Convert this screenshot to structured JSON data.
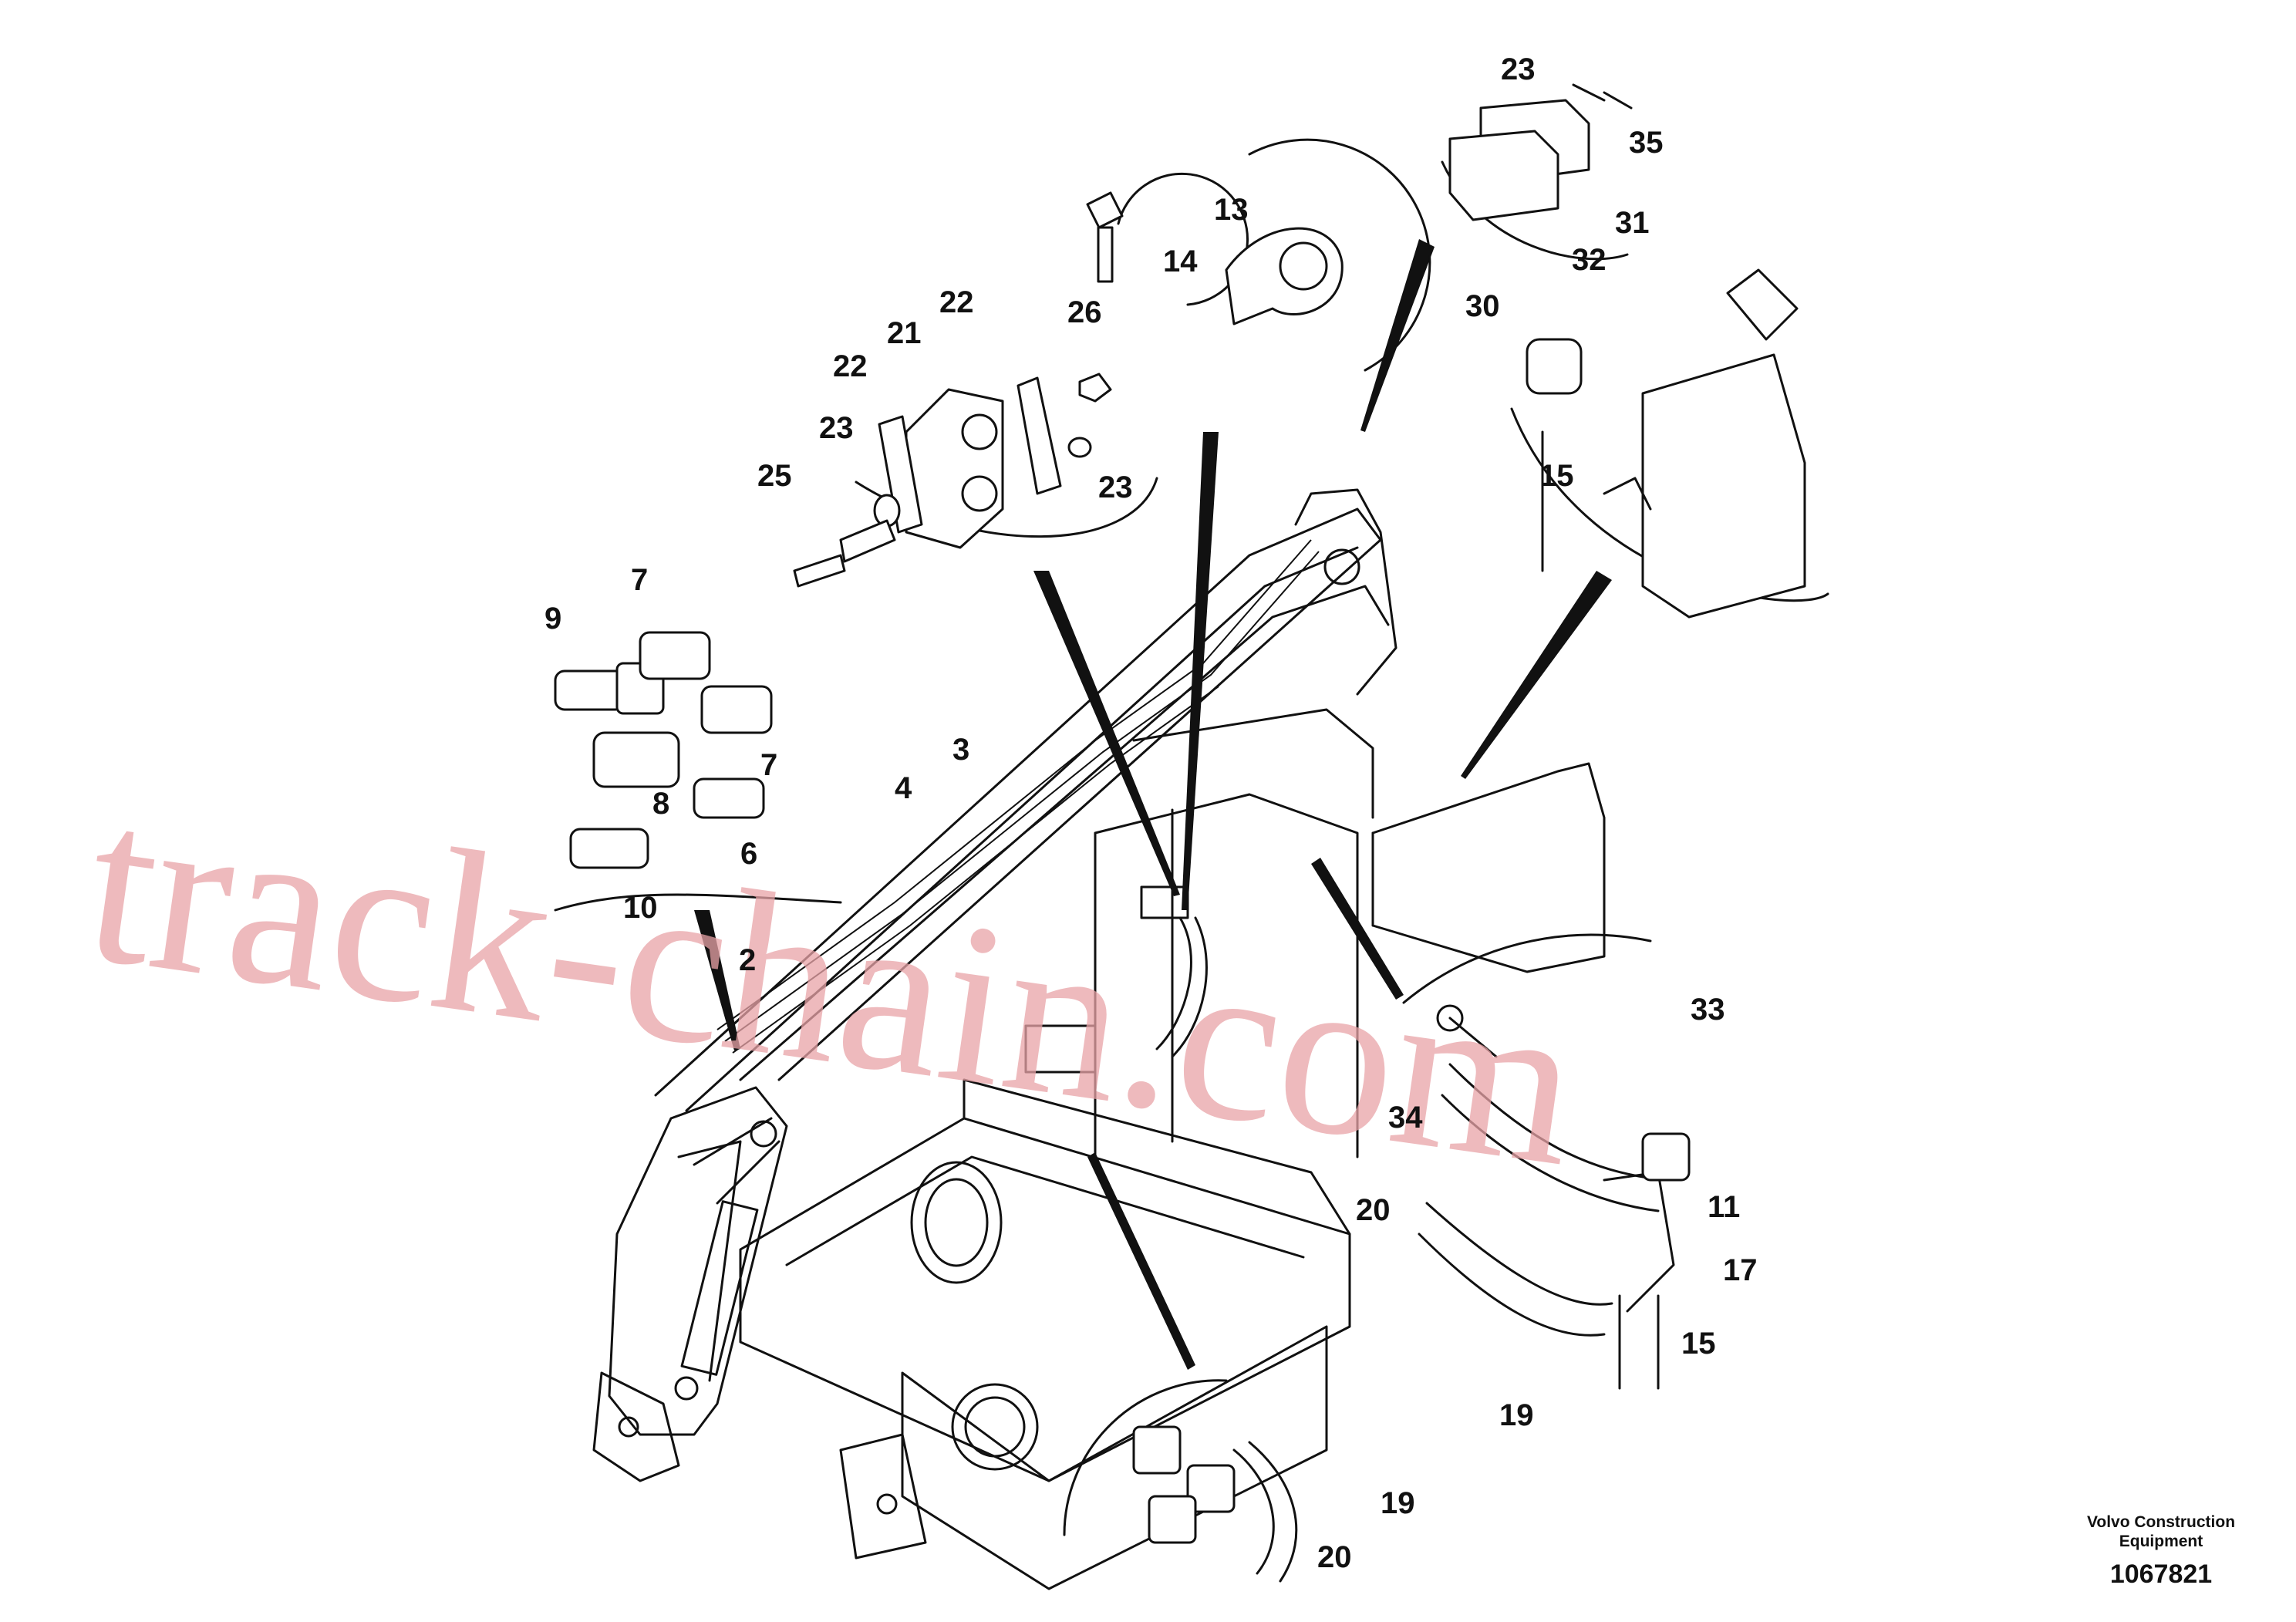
{
  "diagram": {
    "part_numbers": {
      "p2": "2",
      "p3": "3",
      "p4": "4",
      "p6": "6",
      "p7a": "7",
      "p7b": "7",
      "p8": "8",
      "p9": "9",
      "p10": "10",
      "p11": "11",
      "p13": "13",
      "p14": "14",
      "p15a": "15",
      "p15b": "15",
      "p17": "17",
      "p19a": "19",
      "p19b": "19",
      "p20a": "20",
      "p20b": "20",
      "p21": "21",
      "p22a": "22",
      "p22b": "22",
      "p23a": "23",
      "p23b": "23",
      "p23c": "23",
      "p25": "25",
      "p26": "26",
      "p30": "30",
      "p31": "31",
      "p32": "32",
      "p33": "33",
      "p34": "34",
      "p35": "35"
    },
    "watermark": "track-chain.com",
    "credit_line1": "Volvo Construction",
    "credit_line2": "Equipment",
    "reference_number": "1067821"
  }
}
